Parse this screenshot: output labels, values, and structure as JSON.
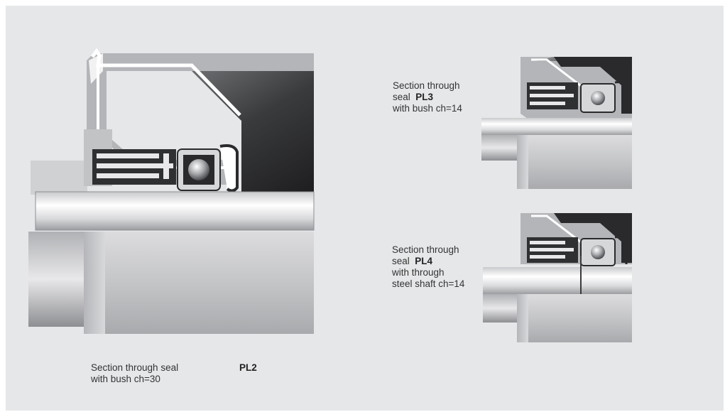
{
  "captions": {
    "pl2": {
      "line1": "Section through seal",
      "line2": "with bush ch=30",
      "code": "PL2"
    },
    "pl3": {
      "line1": "Section through",
      "line2_prefix": "seal",
      "code": "PL3",
      "line3": "with bush ch=14"
    },
    "pl4": {
      "line1": "Section through",
      "line2_prefix": "seal",
      "code": "PL4",
      "line3": "with through",
      "line4": "steel shaft ch=14"
    }
  },
  "colors": {
    "panel_bg": "#e6e7e9",
    "housing_dark": "#2a2a2c",
    "shaft_light": "#f4f4f4",
    "metal_mid": "#b8b9bb"
  }
}
